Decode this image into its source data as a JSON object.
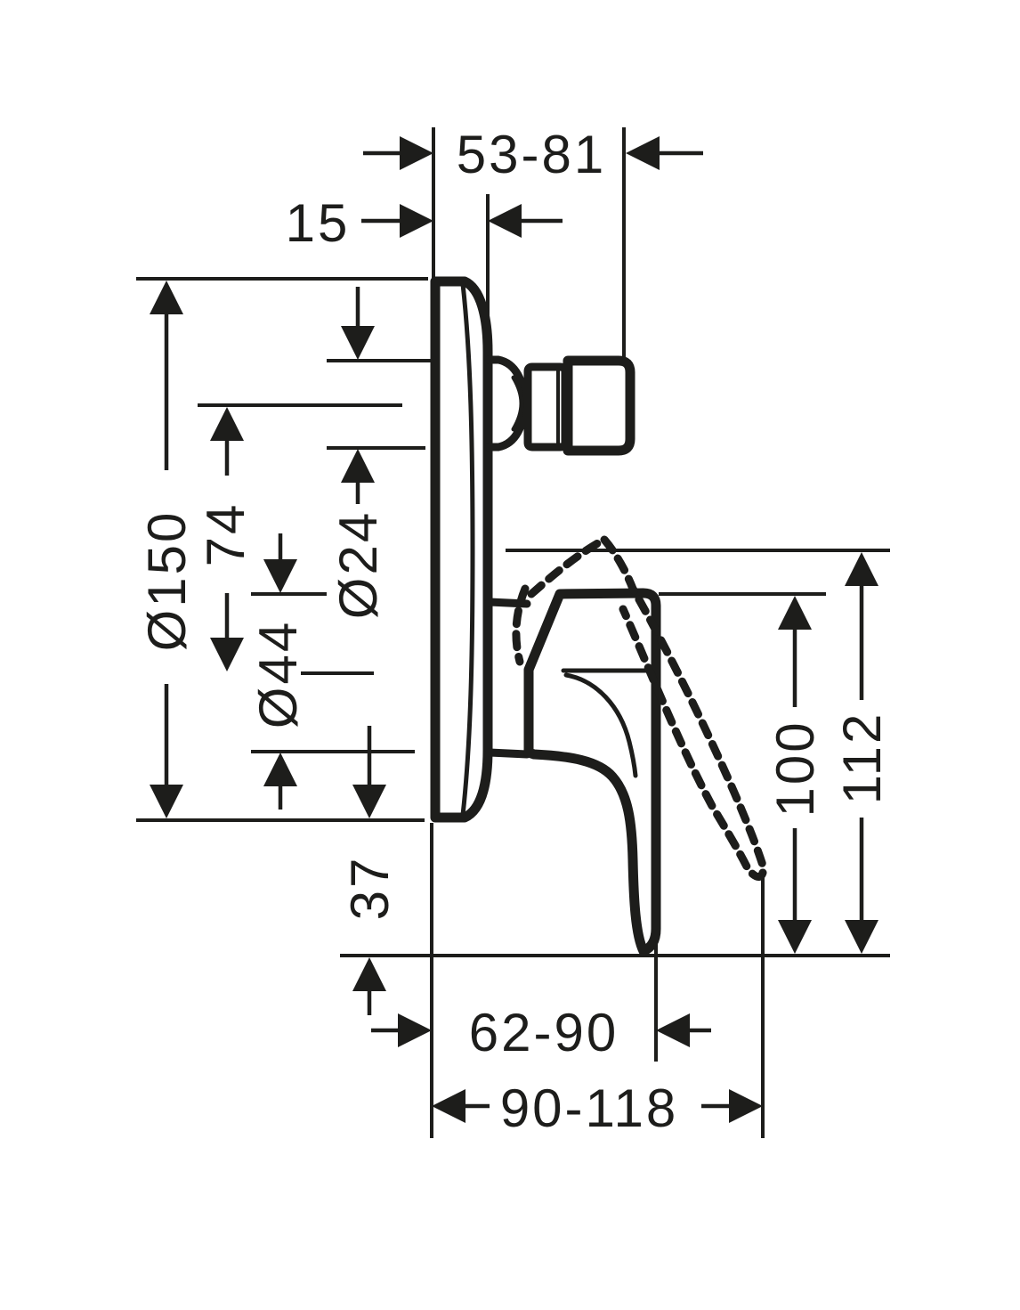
{
  "page": {
    "background": "#ffffff"
  },
  "drawing": {
    "type": "technical-dimension-drawing",
    "subject": "concealed-single-lever-bath-mixer-side-view",
    "line_color": "#1d1d1b",
    "dimensions": {
      "depth_range": "53-81",
      "plate_thickness": "15",
      "plate_diameter": "Ø150",
      "axis_distance": "74",
      "spout_diameter": "Ø24",
      "handle_base_diameter": "Ø44",
      "bottom_offset": "37",
      "handle_height": "100",
      "handle_height_raised": "112",
      "reach_range": "62-90",
      "reach_range_raised": "90-118"
    }
  }
}
